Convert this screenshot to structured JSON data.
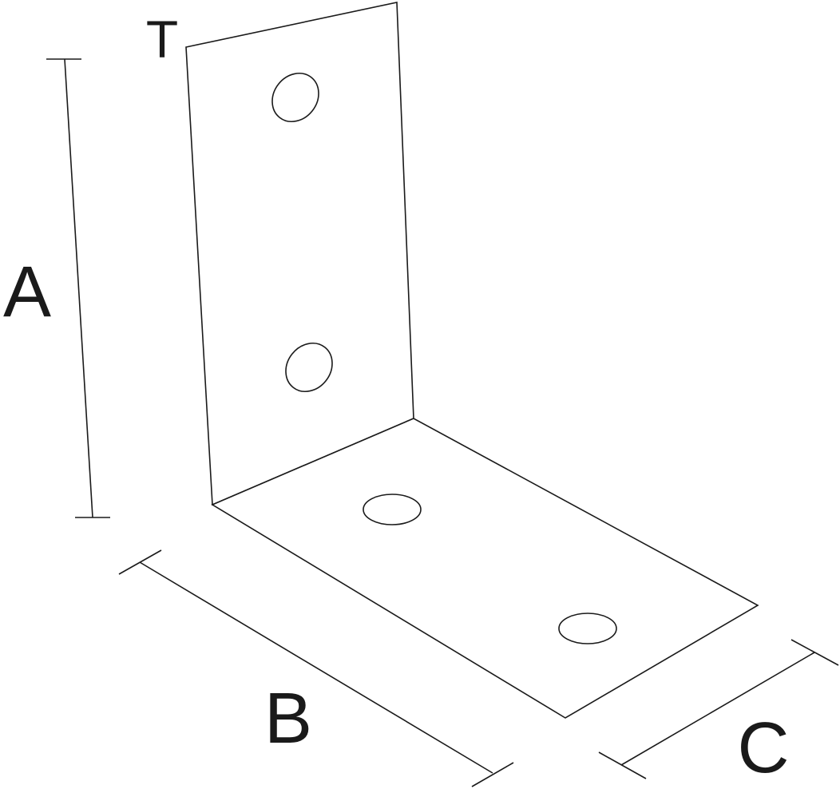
{
  "labels": {
    "thickness": "T",
    "height": "A",
    "length": "B",
    "width": "C"
  },
  "colors": {
    "line": "#1a1a1a",
    "background": "#ffffff"
  }
}
